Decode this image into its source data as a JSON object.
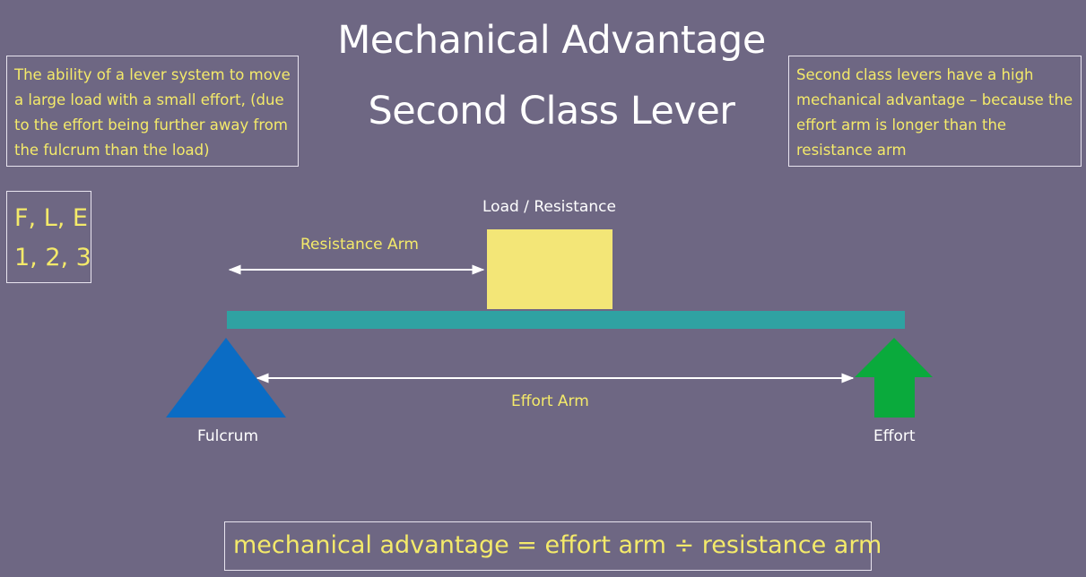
{
  "title": {
    "line1": "Mechanical Advantage",
    "line2": "Second Class Lever"
  },
  "definition": {
    "lines": [
      "The ability of a lever system to move",
      "a large load with a small effort, (due",
      "to the effort being further away from",
      "the fulcrum than the load)"
    ]
  },
  "note": {
    "lines": [
      "Second class levers have a high",
      "mechanical advantage – because the",
      "effort arm is longer than the",
      "resistance arm"
    ]
  },
  "order": {
    "letters": "F, L, E",
    "numbers": "1,  2, 3"
  },
  "diagram": {
    "load_label": "Load / Resistance",
    "resistance_arm_label": "Resistance Arm",
    "effort_arm_label": "Effort Arm",
    "fulcrum_label": "Fulcrum",
    "effort_label": "Effort"
  },
  "formula": "mechanical advantage = effort arm ÷ resistance arm",
  "colors": {
    "background": "#6e6783",
    "text_yellow": "#f4ea6a",
    "beam": "#2fa2a2",
    "load": "#f3e677",
    "fulcrum": "#0b6cc4",
    "effort_arrow": "#0aaa3c"
  }
}
